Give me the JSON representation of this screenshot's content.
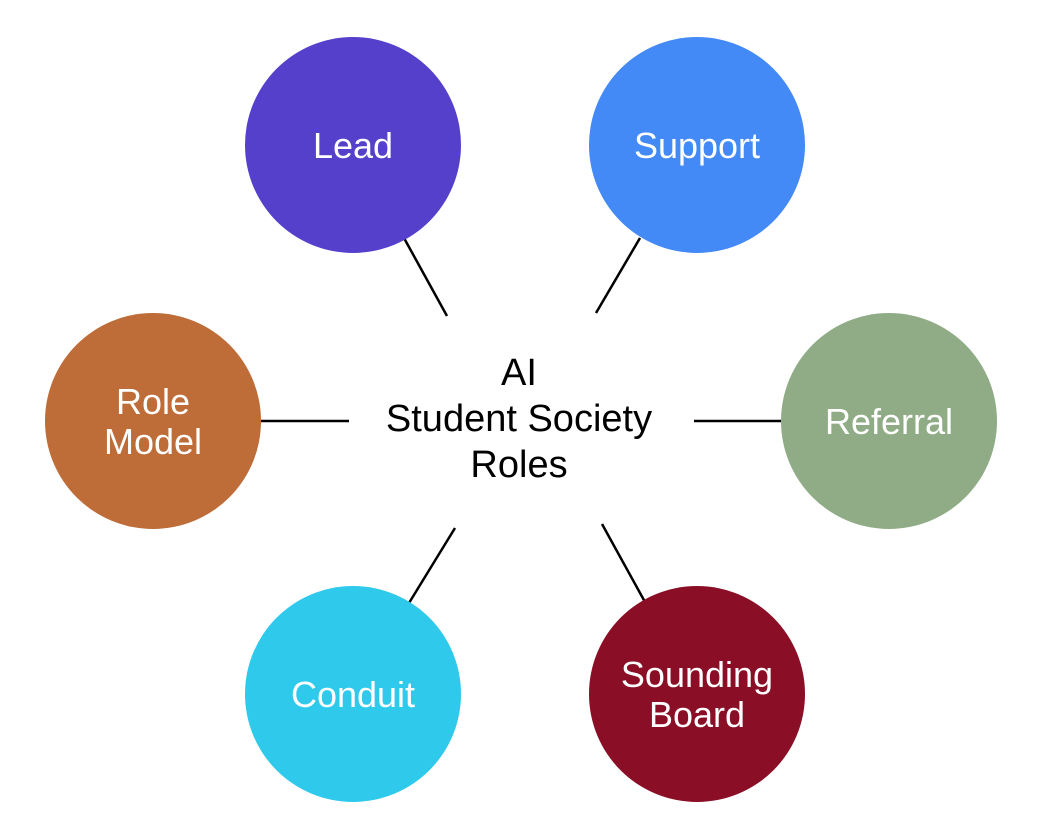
{
  "diagram": {
    "center": {
      "lines": [
        "AI",
        "Student Society",
        "Roles"
      ]
    },
    "nodes": [
      {
        "id": "lead",
        "lines": [
          "Lead"
        ],
        "color": "#5540CC"
      },
      {
        "id": "support",
        "lines": [
          "Support"
        ],
        "color": "#448AF7"
      },
      {
        "id": "role-model",
        "lines": [
          "Role",
          "Model"
        ],
        "color": "#BE6C38"
      },
      {
        "id": "referral",
        "lines": [
          "Referral"
        ],
        "color": "#90AC86"
      },
      {
        "id": "conduit",
        "lines": [
          "Conduit"
        ],
        "color": "#2FC9EC"
      },
      {
        "id": "sounding-board",
        "lines": [
          "Sounding",
          "Board"
        ],
        "color": "#8A0F26"
      }
    ]
  }
}
